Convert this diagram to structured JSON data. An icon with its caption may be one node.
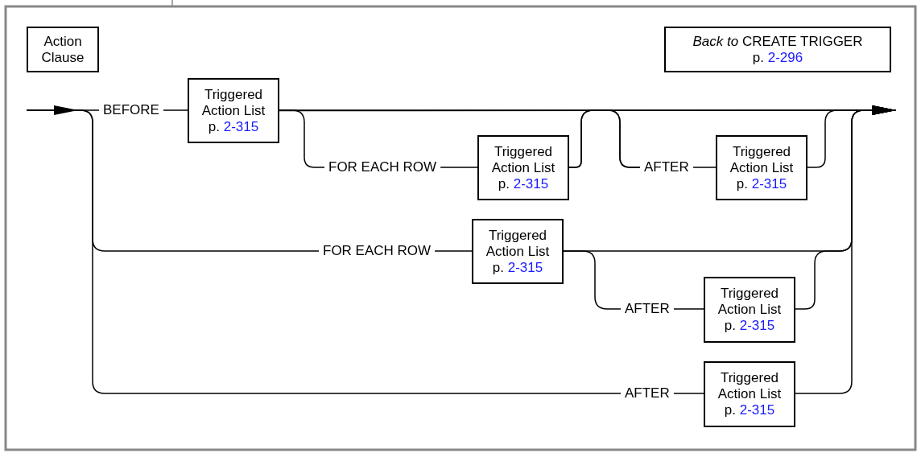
{
  "diagram": {
    "nodes": [
      {
        "text": [
          "Action Clause"
        ]
      },
      {
        "text": [
          "*Back to* CREATE TRIGGER",
          "p.",
          "2-296"
        ]
      },
      {
        "text": [
          "BEFORE"
        ]
      },
      {
        "text": [
          "Triggered Action List",
          "p.",
          "2-315"
        ]
      },
      {
        "text": [
          "FOR EACH ROW"
        ]
      },
      {
        "text": [
          "Triggered Action List",
          "p.",
          "2-315"
        ]
      },
      {
        "text": [
          "AFTER"
        ]
      },
      {
        "text": [
          "Triggered Action List",
          "p.",
          "2-315"
        ]
      },
      {
        "text": [
          "FOR EACH ROW"
        ]
      },
      {
        "text": [
          "Triggered Action List",
          "p.",
          "2-315"
        ]
      },
      {
        "text": [
          "AFTER"
        ]
      },
      {
        "text": [
          "Triggered Action List",
          "p.",
          "2-315"
        ]
      },
      {
        "text": [
          "AFTER"
        ]
      },
      {
        "text": [
          "Triggered Action List",
          "p.",
          "2-315"
        ]
      }
    ],
    "edges": [
      {
        "from": null,
        "to": 2,
        "arrow": "none"
      },
      {
        "from": null,
        "to": 8,
        "arrow": "none"
      },
      {
        "from": null,
        "to": 12,
        "arrow": "none"
      },
      {
        "from": 2,
        "to": 3,
        "arrow": "none"
      },
      {
        "from": 3,
        "to": 4,
        "arrow": "none"
      },
      {
        "from": 3,
        "to": 6,
        "arrow": "none"
      },
      {
        "from": 3,
        "to": null,
        "arrow": "to"
      },
      {
        "from": 4,
        "to": 5,
        "arrow": "none"
      },
      {
        "from": 5,
        "to": 6,
        "arrow": "none"
      },
      {
        "from": 5,
        "to": null,
        "arrow": "to"
      },
      {
        "from": 6,
        "to": 7,
        "arrow": "none"
      },
      {
        "from": 7,
        "to": null,
        "arrow": "to"
      },
      {
        "from": 8,
        "to": 9,
        "arrow": "none"
      },
      {
        "from": 9,
        "to": 10,
        "arrow": "none"
      },
      {
        "from": 9,
        "to": null,
        "arrow": "to"
      },
      {
        "from": 10,
        "to": 11,
        "arrow": "none"
      },
      {
        "from": 11,
        "to": null,
        "arrow": "to"
      },
      {
        "from": 12,
        "to": 13,
        "arrow": "none"
      },
      {
        "from": 13,
        "to": null,
        "arrow": "to"
      }
    ]
  }
}
